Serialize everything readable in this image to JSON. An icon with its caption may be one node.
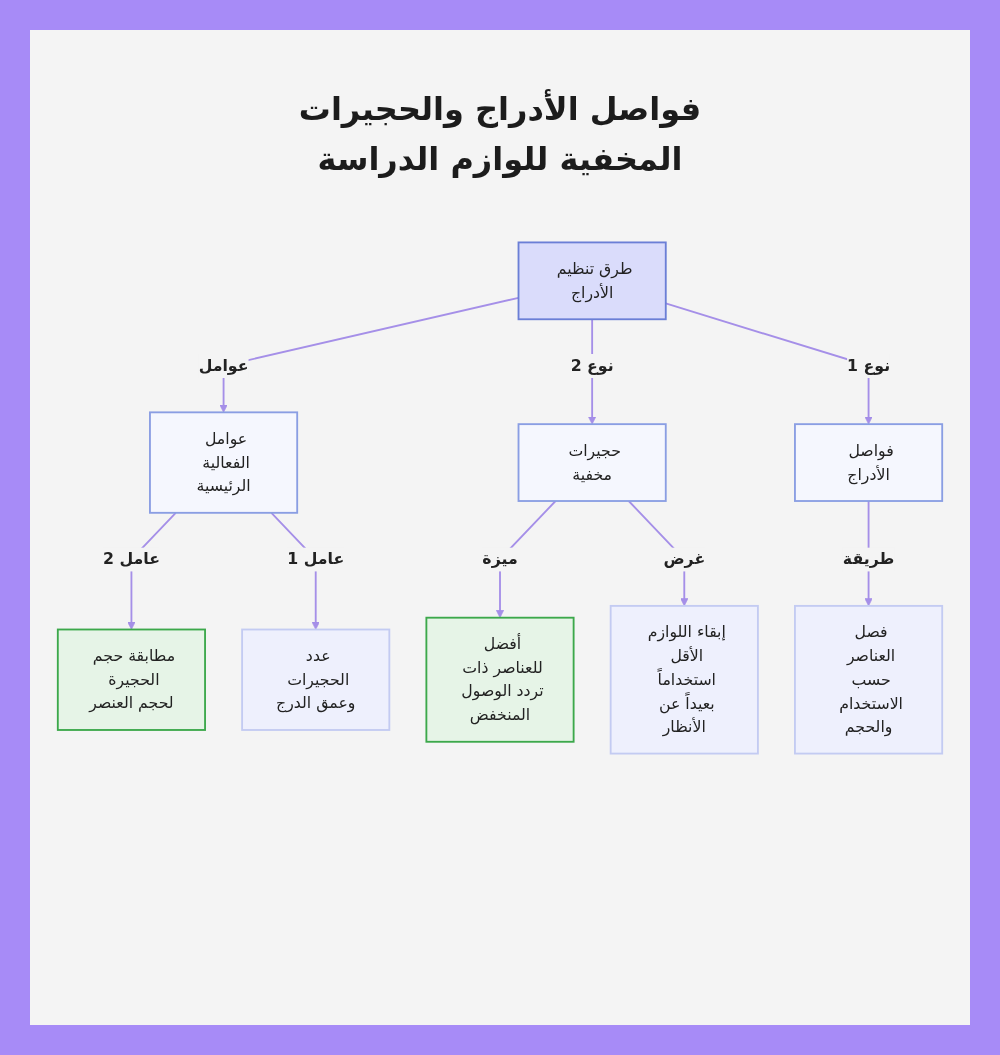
{
  "diagram": {
    "title": "فواصل الأدراج والحجيرات المخفية للوازم الدراسة",
    "nodes": [
      {
        "text": [
          "طرق تنظيم الأدراج"
        ]
      },
      {
        "text": [
          "فواصل الأدراج"
        ]
      },
      {
        "text": [
          "حجيرات مخفية"
        ]
      },
      {
        "text": [
          "عوامل الفعالية الرئيسية"
        ]
      },
      {
        "text": [
          "فصل العناصر حسب الاستخدام والحجم"
        ]
      },
      {
        "text": [
          "إبقاء اللوازم الأقل استخداماً بعيداً عن الأنظار"
        ]
      },
      {
        "text": [
          "أفضل للعناصر ذات تردد الوصول المنخفض"
        ]
      },
      {
        "text": [
          "عدد الحجيرات وعمق الدرج"
        ]
      },
      {
        "text": [
          "مطابقة حجم الحجيرة لحجم العنصر"
        ]
      }
    ],
    "edges": [
      {
        "from": 0,
        "to": 3,
        "arrow": "to",
        "label": "عوامل"
      },
      {
        "from": 0,
        "to": 2,
        "arrow": "to",
        "label": "نوع 2"
      },
      {
        "from": 0,
        "to": 1,
        "arrow": "to",
        "label": "نوع 1"
      },
      {
        "from": 3,
        "to": 8,
        "arrow": "to",
        "label": "عامل 2"
      },
      {
        "from": 3,
        "to": 7,
        "arrow": "to",
        "label": "عامل 1"
      },
      {
        "from": 2,
        "to": 6,
        "arrow": "to",
        "label": "ميزة"
      },
      {
        "from": 2,
        "to": 5,
        "arrow": "to",
        "label": "غرض"
      },
      {
        "from": 1,
        "to": 4,
        "arrow": "to",
        "label": "طريقة"
      }
    ]
  }
}
